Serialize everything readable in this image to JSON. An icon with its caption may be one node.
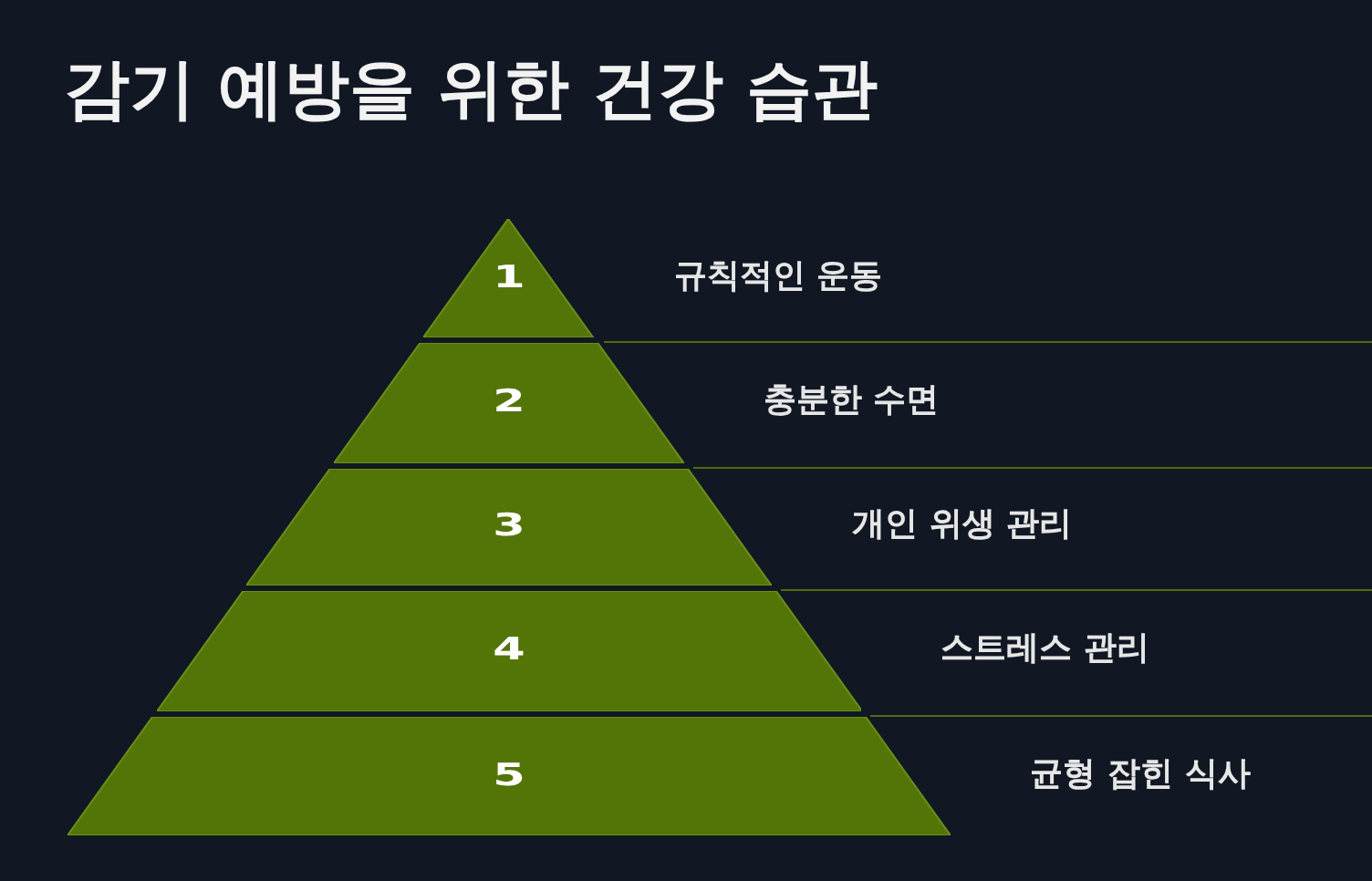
{
  "diagram": {
    "title": "감기 예방을 위한 건강 습관",
    "nodes": [
      {
        "text": [
          "1"
        ],
        "beside": [
          "규칙적인 운동"
        ]
      },
      {
        "text": [
          "2"
        ],
        "beside": [
          "충분한 수면"
        ]
      },
      {
        "text": [
          "3"
        ],
        "beside": [
          "개인 위생 관리"
        ]
      },
      {
        "text": [
          "4"
        ],
        "beside": [
          "스트레스 관리"
        ]
      },
      {
        "text": [
          "5"
        ],
        "beside": [
          "균형 잡힌 식사"
        ]
      }
    ]
  }
}
